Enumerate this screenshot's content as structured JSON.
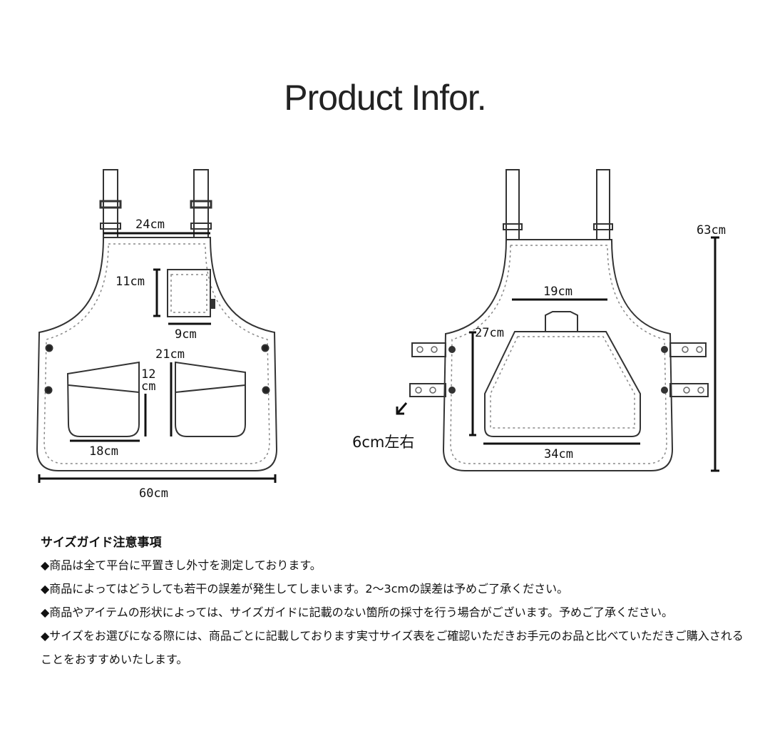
{
  "title": "Product Infor.",
  "front": {
    "strap_width": "24cm",
    "chest_pocket_height": "11cm",
    "chest_pocket_width": "9cm",
    "side_pocket_depth": "21cm",
    "pocket_height_1": "12",
    "pocket_height_2": "cm",
    "side_pocket_width": "18cm",
    "total_width": "60cm"
  },
  "back": {
    "total_length": "63cm",
    "pocket_top_width": "19cm",
    "pocket_height": "27cm",
    "pocket_bottom_width": "34cm",
    "strap_adjust": "6cm左右"
  },
  "notes": {
    "heading": "サイズガイド注意事項",
    "items": [
      "◆商品は全て平台に平置きし外寸を測定しております。",
      "◆商品によってはどうしても若干の誤差が発生してしまいます。2～3cmの誤差は予めご了承ください。",
      "◆商品やアイテムの形状によっては、サイズガイドに記載のない箇所の採寸を行う場合がございます。予めご了承ください。",
      "◆サイズをお選びになる際には、商品ごとに記載しております実寸サイズ表をご確認いただきお手元のお品と比べていただきご購入されることをおすすめいたします。"
    ]
  }
}
